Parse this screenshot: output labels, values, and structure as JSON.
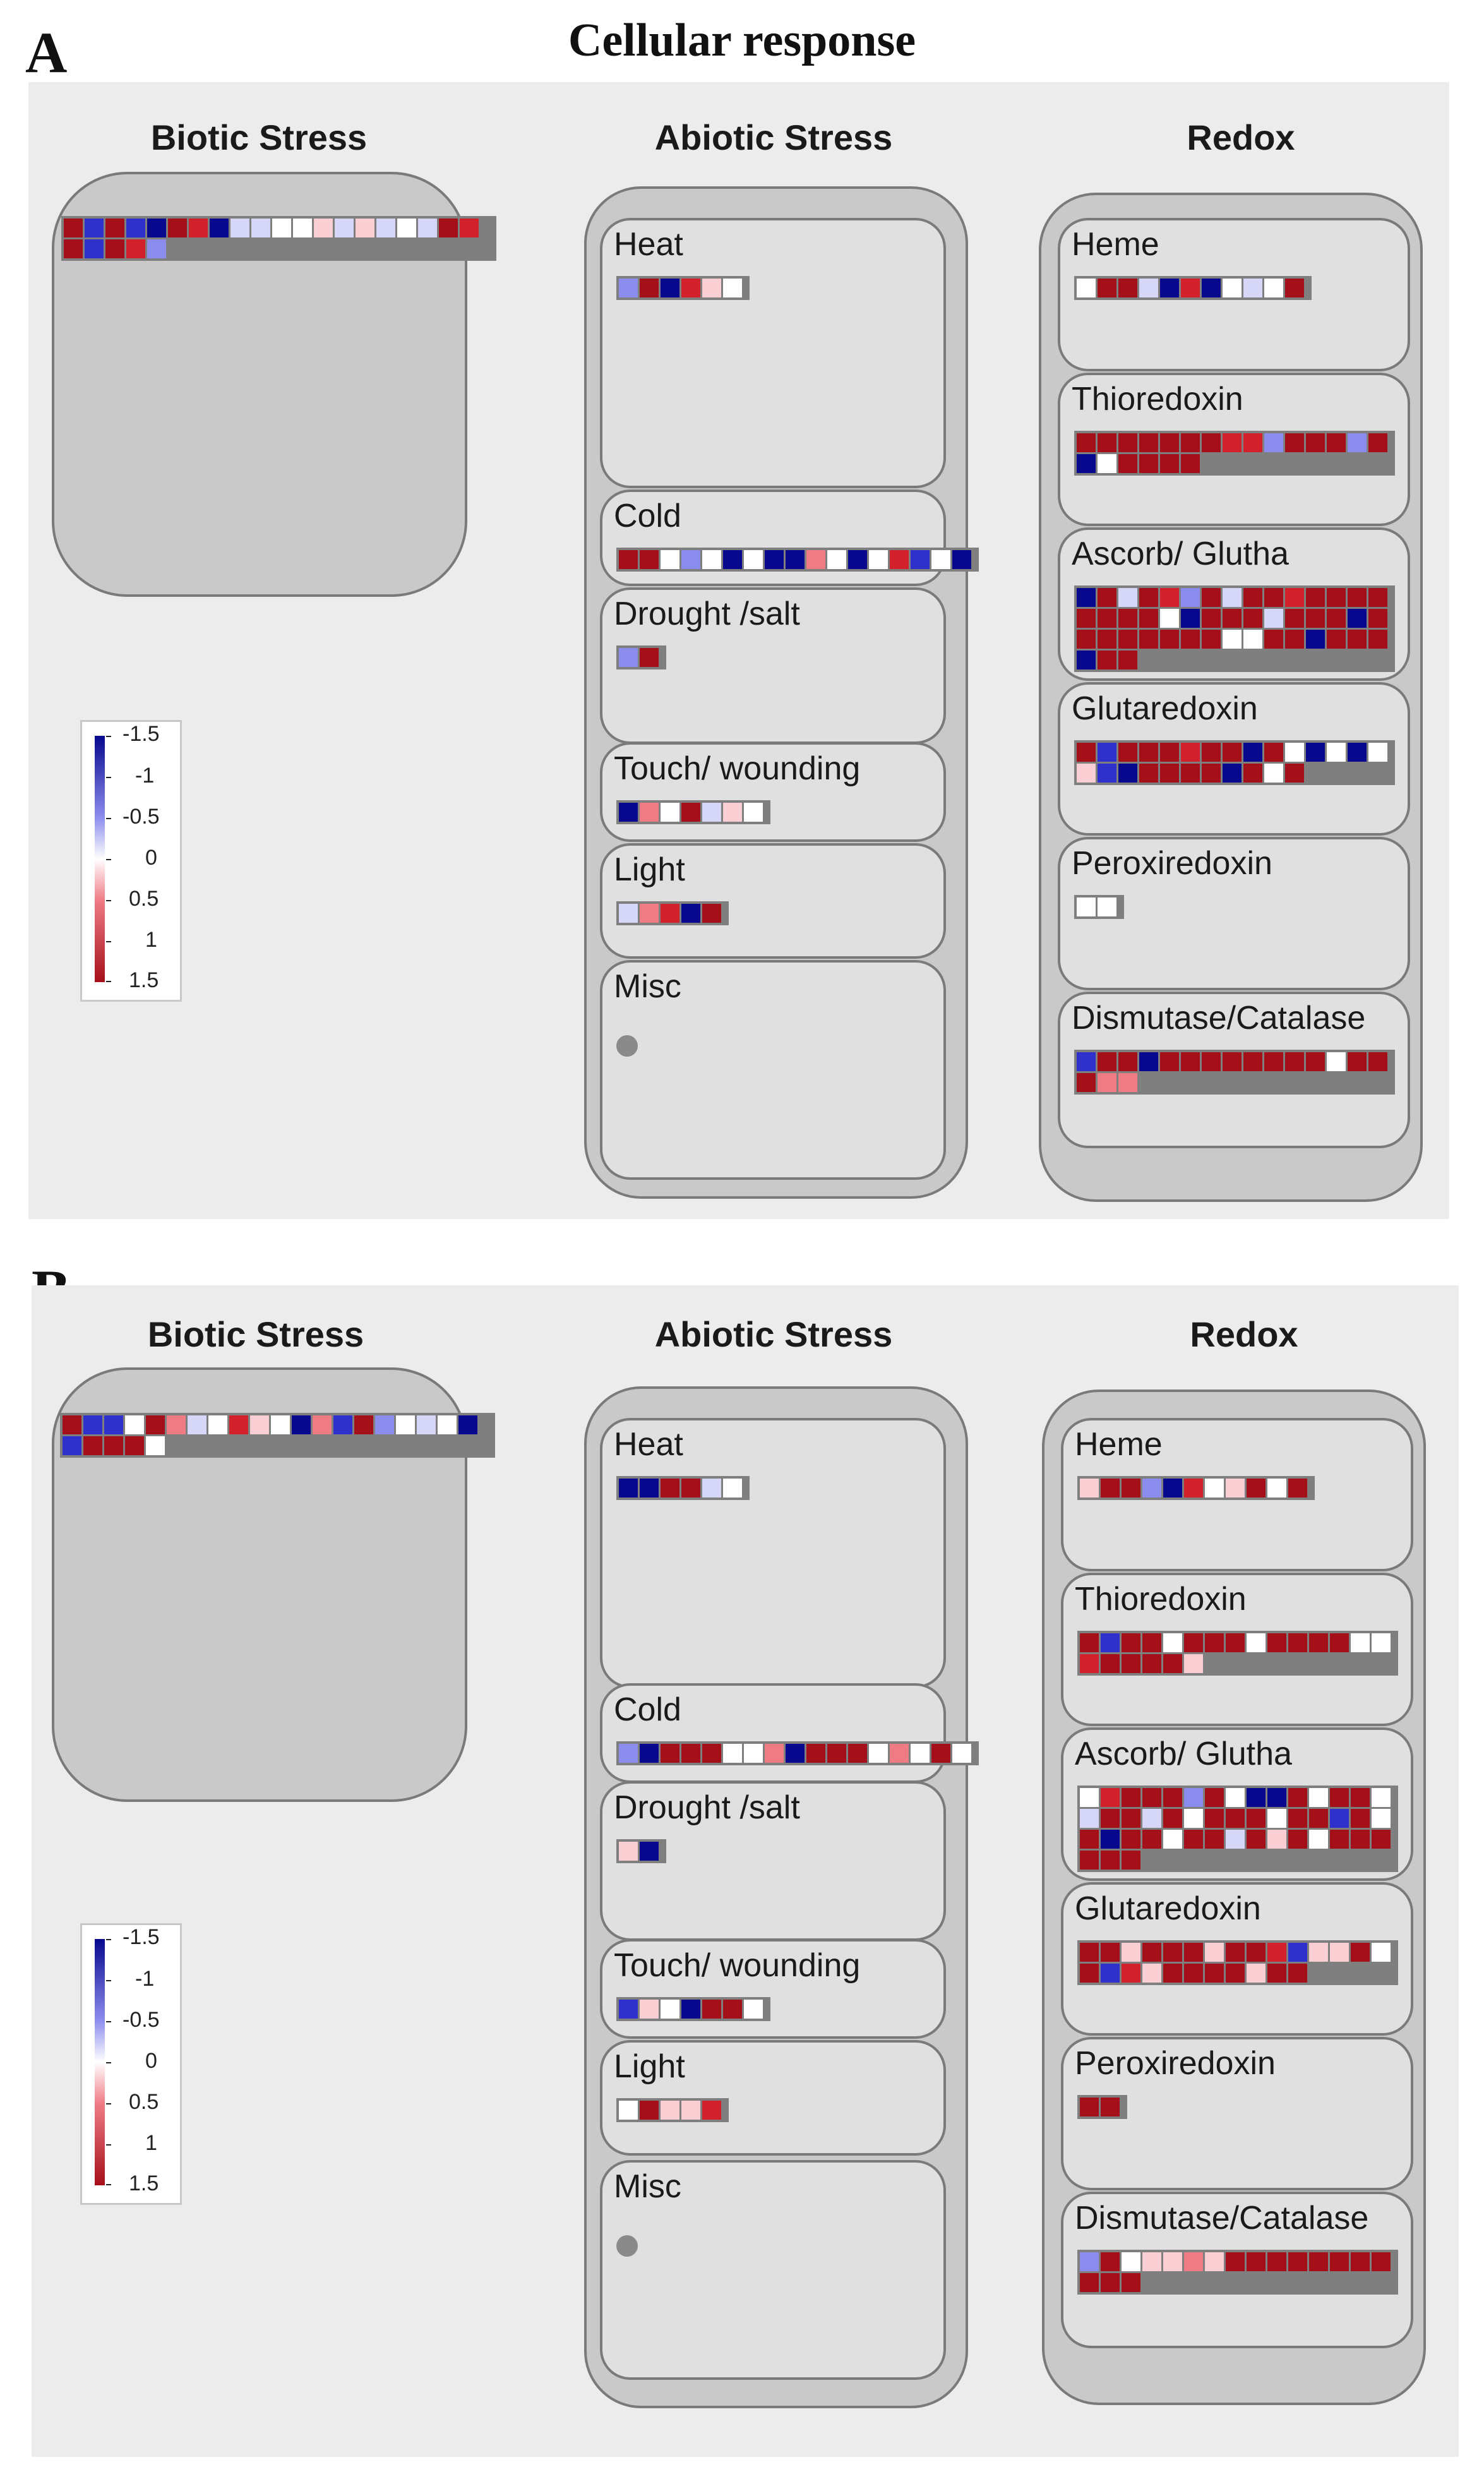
{
  "title": "Cellular response",
  "colors": {
    "b3": "#08088e",
    "b2": "#3030cc",
    "b1": "#8c8cee",
    "b0": "#d6d6f8",
    "w": "#ffffff",
    "r0": "#f9cfd3",
    "r1": "#ef7b85",
    "r2": "#d2202c",
    "r3": "#a50f1a"
  },
  "legend": {
    "ticks": [
      "-1.5",
      "-1",
      "-0.5",
      "0",
      "0.5",
      "1",
      "1.5"
    ]
  },
  "panels": [
    {
      "letter": "A",
      "columns": {
        "biotic": "Biotic Stress",
        "abiotic": "Abiotic Stress",
        "redox": "Redox"
      },
      "biotic_cells": [
        "r3",
        "b2",
        "r3",
        "b2",
        "b3",
        "r3",
        "r2",
        "b3",
        "b0",
        "b0",
        "w",
        "w",
        "r0",
        "b0",
        "r0",
        "b0",
        "w",
        "b0",
        "r3",
        "r2",
        "r3",
        "b2",
        "r3",
        "r2",
        "b1"
      ],
      "abiotic": [
        {
          "label": "Heat",
          "cells": [
            "b1",
            "r3",
            "b3",
            "r2",
            "r0",
            "w"
          ]
        },
        {
          "label": "Cold",
          "cells": [
            "r3",
            "r3",
            "w",
            "b1",
            "w",
            "b3",
            "w",
            "b3",
            "b3",
            "r1",
            "w",
            "b3",
            "w",
            "r2",
            "b2",
            "w",
            "b3"
          ]
        },
        {
          "label": "Drought /salt",
          "cells": [
            "b1",
            "r3"
          ]
        },
        {
          "label": "Touch/ wounding",
          "cells": [
            "b3",
            "r1",
            "w",
            "r3",
            "b0",
            "r0",
            "w"
          ]
        },
        {
          "label": "Light",
          "cells": [
            "b0",
            "r1",
            "r2",
            "b3",
            "r3"
          ]
        },
        {
          "label": "Misc",
          "cells": []
        }
      ],
      "redox": [
        {
          "label": "Heme",
          "cells": [
            "w",
            "r3",
            "r3",
            "b0",
            "b3",
            "r2",
            "b3",
            "w",
            "b0",
            "w",
            "r3"
          ]
        },
        {
          "label": "Thioredoxin",
          "cells": [
            "r3",
            "r3",
            "r3",
            "r3",
            "r3",
            "r3",
            "r3",
            "r2",
            "r2",
            "b1",
            "r3",
            "r3",
            "r3",
            "b1",
            "r3",
            "b3",
            "w",
            "r3",
            "r3",
            "r3",
            "r3"
          ]
        },
        {
          "label": "Ascorb/ Glutha",
          "cells": [
            "b3",
            "r3",
            "b0",
            "r3",
            "r2",
            "b1",
            "r3",
            "b0",
            "r3",
            "r3",
            "r2",
            "r3",
            "r3",
            "r3",
            "r3",
            "r3",
            "r3",
            "r3",
            "r3",
            "w",
            "b3",
            "r3",
            "r3",
            "r3",
            "b0",
            "r3",
            "r3",
            "r3",
            "b3",
            "r3",
            "r3",
            "r3",
            "r3",
            "r3",
            "r3",
            "r3",
            "r3",
            "w",
            "w",
            "r3",
            "r3",
            "b3",
            "r3",
            "r3",
            "r3",
            "b3",
            "r3",
            "r3"
          ]
        },
        {
          "label": "Glutaredoxin",
          "cells": [
            "r3",
            "b2",
            "r3",
            "r3",
            "r3",
            "r2",
            "r3",
            "r3",
            "b3",
            "r3",
            "w",
            "b3",
            "w",
            "b3",
            "w",
            "r0",
            "b2",
            "b3",
            "r3",
            "r3",
            "r3",
            "r3",
            "b3",
            "r3",
            "w",
            "r3"
          ]
        },
        {
          "label": "Peroxiredoxin",
          "cells": [
            "w",
            "w"
          ]
        },
        {
          "label": "Dismutase/Catalase",
          "cells": [
            "b2",
            "r3",
            "r3",
            "b3",
            "r3",
            "r3",
            "r3",
            "r3",
            "r3",
            "r3",
            "r3",
            "r3",
            "w",
            "r3",
            "r3",
            "r3",
            "r1",
            "r1"
          ]
        }
      ]
    },
    {
      "letter": "B",
      "columns": {
        "biotic": "Biotic Stress",
        "abiotic": "Abiotic Stress",
        "redox": "Redox"
      },
      "biotic_cells": [
        "r3",
        "b2",
        "b2",
        "w",
        "r3",
        "r1",
        "b0",
        "w",
        "r2",
        "r0",
        "w",
        "b3",
        "r1",
        "b2",
        "r3",
        "b1",
        "w",
        "b0",
        "w",
        "b3",
        "b2",
        "r3",
        "r3",
        "r3",
        "w"
      ],
      "abiotic": [
        {
          "label": "Heat",
          "cells": [
            "b3",
            "b3",
            "r3",
            "r3",
            "b0",
            "w"
          ]
        },
        {
          "label": "Cold",
          "cells": [
            "b1",
            "b3",
            "r3",
            "r3",
            "r3",
            "w",
            "w",
            "r1",
            "b3",
            "r3",
            "r3",
            "r3",
            "w",
            "r1",
            "w",
            "r3",
            "w"
          ]
        },
        {
          "label": "Drought /salt",
          "cells": [
            "r0",
            "b3"
          ]
        },
        {
          "label": "Touch/ wounding",
          "cells": [
            "b2",
            "r0",
            "w",
            "b3",
            "r3",
            "r3",
            "w"
          ]
        },
        {
          "label": "Light",
          "cells": [
            "w",
            "r3",
            "r0",
            "r0",
            "r2"
          ]
        },
        {
          "label": "Misc",
          "cells": []
        }
      ],
      "redox": [
        {
          "label": "Heme",
          "cells": [
            "r0",
            "r3",
            "r3",
            "b1",
            "b3",
            "r2",
            "w",
            "r0",
            "r3",
            "w",
            "r3"
          ]
        },
        {
          "label": "Thioredoxin",
          "cells": [
            "r3",
            "b2",
            "r3",
            "r3",
            "w",
            "r3",
            "r3",
            "r3",
            "w",
            "r3",
            "r3",
            "r3",
            "r3",
            "w",
            "w",
            "r2",
            "r3",
            "r3",
            "r3",
            "r3",
            "r0"
          ]
        },
        {
          "label": "Ascorb/ Glutha",
          "cells": [
            "w",
            "r2",
            "r3",
            "r3",
            "r3",
            "b1",
            "r3",
            "w",
            "b3",
            "b3",
            "r3",
            "w",
            "r3",
            "r3",
            "w",
            "b0",
            "r3",
            "r3",
            "b0",
            "r3",
            "w",
            "r3",
            "r3",
            "r3",
            "w",
            "r3",
            "r3",
            "b2",
            "r3",
            "w",
            "r3",
            "b3",
            "r3",
            "r3",
            "w",
            "r3",
            "r3",
            "b0",
            "r3",
            "r0",
            "r3",
            "w",
            "r3",
            "r3",
            "r3",
            "r3",
            "r3",
            "r3"
          ]
        },
        {
          "label": "Glutaredoxin",
          "cells": [
            "r3",
            "r3",
            "r0",
            "r3",
            "r3",
            "r3",
            "r0",
            "r3",
            "r3",
            "r2",
            "b2",
            "r0",
            "r0",
            "r3",
            "w",
            "r3",
            "b2",
            "r2",
            "r0",
            "r3",
            "r3",
            "r3",
            "r3",
            "r0",
            "r3",
            "r3"
          ]
        },
        {
          "label": "Peroxiredoxin",
          "cells": [
            "r3",
            "r3"
          ]
        },
        {
          "label": "Dismutase/Catalase",
          "cells": [
            "b1",
            "r3",
            "w",
            "r0",
            "r0",
            "r1",
            "r0",
            "r3",
            "r3",
            "r3",
            "r3",
            "r3",
            "r3",
            "r3",
            "r3",
            "r3",
            "r3",
            "r3"
          ]
        }
      ]
    }
  ]
}
